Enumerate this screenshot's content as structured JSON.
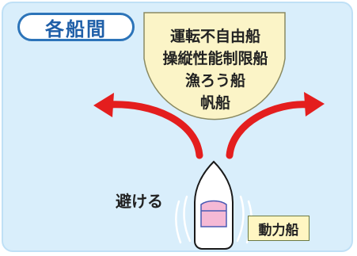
{
  "title": "各船間",
  "fan_area": {
    "lines": [
      "運転不自由船",
      "操縦性能制限船",
      "漁ろう船",
      "帆船"
    ]
  },
  "action_label": "避ける",
  "boat_label": "動力船",
  "colors": {
    "background": "#d9eefb",
    "fan_fill": "#fbf4c7",
    "arrow": "#e41e1e",
    "title_border": "#2c74b9",
    "boat_cabin": "#f5b9d5"
  }
}
